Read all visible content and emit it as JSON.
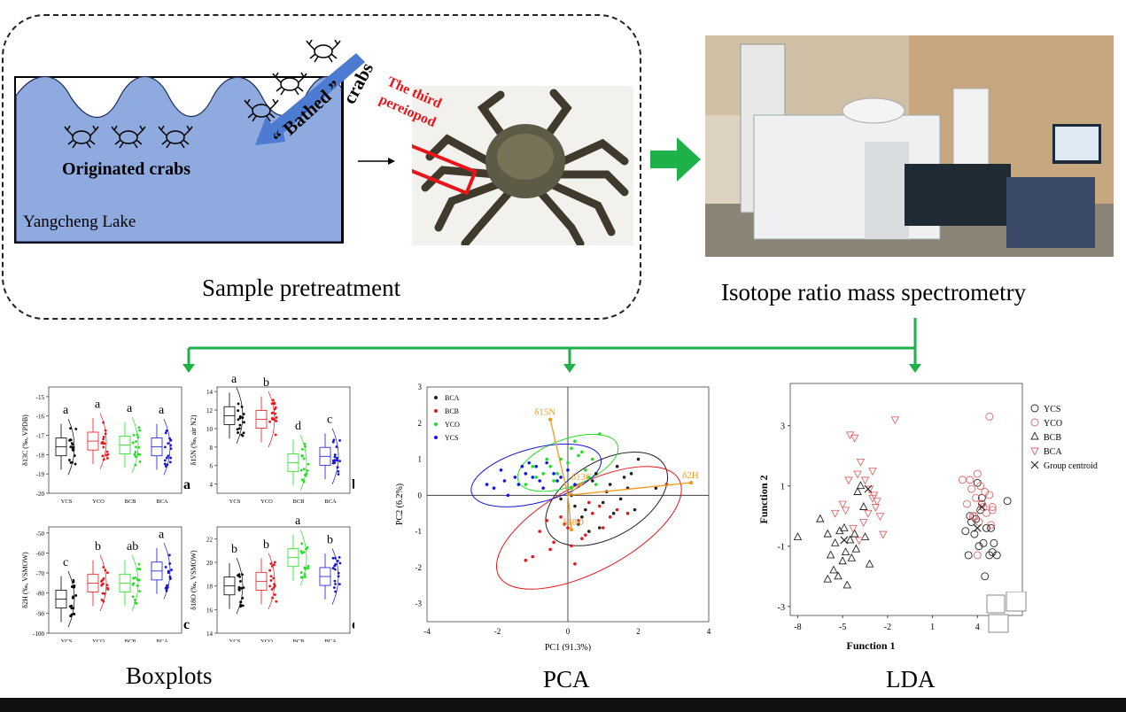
{
  "top": {
    "lake_label": "Yangcheng  Lake",
    "originated_label": "Originated crabs",
    "bathed_label": "“ Bathed ”",
    "crabs_label": "crabs",
    "third_label_line1": "The third",
    "third_label_line2": "pereiopod",
    "pretreatment_caption": "Sample pretreatment",
    "irms_caption": "Isotope ratio mass spectrometry"
  },
  "bottom": {
    "boxplots_caption": "Boxplots",
    "pca_caption": "PCA",
    "lda_caption": "LDA"
  },
  "colors": {
    "ycs": "#000000",
    "yco": "#e8141a",
    "bcb": "#1fe01f",
    "bca": "#1414e0",
    "arrow_green": "#1eb14a",
    "water": "#8eaade",
    "pca_arrow": "#f59a1f"
  },
  "chart_data": [
    {
      "type": "box",
      "panel": "a",
      "ylabel": "δ13C (‰, VPDB)",
      "categories": [
        "YCS",
        "YCO",
        "BCB",
        "BCA"
      ],
      "yticks": [
        "-15",
        "-16",
        "-17",
        "-18",
        "-19",
        "-20"
      ],
      "ylim": [
        -20,
        -14.5
      ],
      "letters": [
        "a",
        "a",
        "a",
        "a"
      ],
      "medians": [
        -17.6,
        -17.3,
        -17.5,
        -17.6
      ]
    },
    {
      "type": "box",
      "panel": "b",
      "ylabel": "δ15N (‰, air N2)",
      "categories": [
        "YCS",
        "YCO",
        "BCB",
        "BCA"
      ],
      "yticks": [
        "14",
        "12",
        "10",
        "8",
        "6",
        "4"
      ],
      "ylim": [
        3,
        14.5
      ],
      "letters": [
        "a",
        "b",
        "d",
        "c"
      ],
      "medians": [
        11.4,
        11.0,
        6.3,
        7.0
      ]
    },
    {
      "type": "box",
      "panel": "c",
      "ylabel": "δ2H (‰, VSMOW)",
      "categories": [
        "YCS",
        "YCO",
        "BCB",
        "BCA"
      ],
      "yticks": [
        "-50",
        "-60",
        "-70",
        "-80",
        "-90",
        "-100"
      ],
      "ylim": [
        -100,
        -47
      ],
      "letters": [
        "c",
        "b",
        "ab",
        "a"
      ],
      "medians": [
        -83,
        -75,
        -75,
        -69
      ]
    },
    {
      "type": "box",
      "panel": "d",
      "ylabel": "δ18O (‰, VSMOW)",
      "categories": [
        "YCS",
        "YCO",
        "BCB",
        "BCA"
      ],
      "yticks": [
        "22",
        "20",
        "18",
        "16",
        "14"
      ],
      "ylim": [
        14,
        23
      ],
      "letters": [
        "b",
        "b",
        "a",
        "b"
      ],
      "medians": [
        18.0,
        18.4,
        20.4,
        18.8
      ]
    },
    {
      "type": "scatter",
      "name": "PCA",
      "xlabel": "PC1 (91.3%)",
      "ylabel": "PC2 (6.2%)",
      "xlim": [
        -4,
        4
      ],
      "ylim": [
        -3.5,
        3
      ],
      "xticks": [
        "-4",
        "-2",
        "0",
        "2",
        "4"
      ],
      "yticks": [
        "3",
        "2",
        "1",
        "0",
        "-1",
        "-2",
        "-3"
      ],
      "legend": [
        "BCA",
        "BCB",
        "YCO",
        "YCS"
      ],
      "vectors": [
        {
          "label": "δ15N",
          "x": -0.5,
          "y": 2.1
        },
        {
          "label": "δ2H",
          "x": 3.5,
          "y": 0.35
        },
        {
          "label": "δ13C",
          "x": 0.35,
          "y": 0.3
        },
        {
          "label": "δ18O",
          "x": 0.1,
          "y": -0.95
        }
      ],
      "series": [
        {
          "name": "BCA",
          "x": [
            0.8,
            1.2,
            1.5,
            0.4,
            0.9,
            1.7,
            2.0,
            0.2,
            1.1,
            0.6,
            1.9,
            1.3,
            0.1,
            0.7,
            1.6,
            2.5,
            0.3,
            1.0,
            1.4,
            -0.2,
            0.5,
            1.8
          ],
          "y": [
            0.6,
            0.3,
            -0.1,
            -0.6,
            -0.9,
            0.2,
            1.0,
            -0.3,
            0.1,
            -1.0,
            -0.4,
            -0.5,
            0.0,
            0.4,
            0.5,
            0.2,
            -0.8,
            -0.2,
            0.8,
            -0.1,
            -0.4,
            0.6
          ]
        },
        {
          "name": "BCB",
          "x": [
            -1.2,
            -0.5,
            0.1,
            0.4,
            -0.8,
            1.0,
            0.3,
            -0.2,
            0.7,
            -1.0,
            0.5,
            -0.1,
            0.9,
            1.4,
            2.8,
            -0.4,
            0.2,
            0.6,
            1.2,
            -0.6,
            0.0,
            1.7
          ],
          "y": [
            -1.8,
            -1.5,
            -1.4,
            -1.2,
            -1.0,
            -0.9,
            -0.7,
            -0.6,
            -0.5,
            -1.7,
            -1.1,
            -0.8,
            -0.3,
            -0.4,
            0.3,
            -1.3,
            -1.9,
            -0.2,
            -0.6,
            -0.7,
            -0.9,
            -0.5
          ]
        },
        {
          "name": "YCO",
          "x": [
            -1.2,
            -0.9,
            -0.5,
            -0.2,
            0.1,
            0.4,
            0.7,
            0.9,
            -0.7,
            0.2,
            0.5,
            -0.4,
            0.0,
            0.8,
            -1.0,
            0.3,
            0.6,
            -0.3,
            0.1,
            -0.6
          ],
          "y": [
            0.3,
            0.5,
            0.8,
            1.0,
            1.3,
            1.2,
            1.0,
            1.7,
            0.6,
            1.5,
            0.7,
            0.4,
            0.9,
            0.3,
            0.8,
            1.1,
            0.5,
            0.6,
            0.2,
            1.0
          ]
        },
        {
          "name": "YCS",
          "x": [
            -2.1,
            -1.8,
            -1.5,
            -1.2,
            -0.9,
            -0.6,
            -0.3,
            0.0,
            -1.7,
            -1.4,
            -1.0,
            -0.7,
            -0.4,
            -2.3,
            -1.9,
            -1.1,
            -0.8,
            -0.2,
            0.2,
            -1.3
          ],
          "y": [
            0.2,
            0.4,
            0.5,
            0.6,
            0.8,
            0.9,
            0.4,
            0.7,
            0.0,
            0.3,
            0.5,
            0.2,
            0.6,
            0.3,
            0.7,
            0.9,
            0.4,
            0.5,
            0.3,
            0.8
          ]
        }
      ]
    },
    {
      "type": "scatter",
      "name": "LDA",
      "xlabel": "Function 1",
      "ylabel": "Function 2",
      "xticks": [
        "-8",
        "-5",
        "-2",
        "1",
        "4"
      ],
      "yticks": [
        "3",
        "1",
        "-1",
        "-3"
      ],
      "xlim": [
        -8.5,
        7
      ],
      "ylim": [
        -3.3,
        4.4
      ],
      "legend": [
        "YCS",
        "YCO",
        "BCB",
        "BCA",
        "Group centroid"
      ],
      "series": [
        {
          "name": "YCS",
          "x": [
            4.0,
            4.3,
            4.6,
            3.5,
            3.8,
            4.4,
            5.0,
            3.2,
            4.8,
            4.1,
            5.3,
            3.6,
            4.2,
            4.9,
            3.9,
            6.0,
            4.5,
            3.4,
            5.1,
            4.3
          ],
          "y": [
            1.1,
            0.4,
            -0.4,
            0.0,
            -0.6,
            -0.9,
            -1.2,
            -0.5,
            -1.3,
            -1.0,
            -1.3,
            -0.2,
            0.2,
            -0.4,
            -0.1,
            0.5,
            -2.0,
            -1.3,
            -0.9,
            0.6
          ],
          "marker": "circle"
        },
        {
          "name": "YCO",
          "x": [
            4.8,
            3.0,
            3.5,
            4.0,
            4.2,
            4.5,
            4.8,
            5.0,
            3.6,
            4.4,
            3.8,
            4.1,
            4.6,
            3.3,
            4.9,
            3.9,
            4.3,
            5.0,
            4.0,
            3.7
          ],
          "y": [
            3.3,
            1.2,
            1.2,
            1.4,
            1.0,
            0.8,
            0.7,
            0.3,
            0.9,
            0.3,
            0.0,
            -0.2,
            0.1,
            0.4,
            -0.3,
            0.6,
            0.4,
            0.2,
            -1.3,
            0.0
          ],
          "marker": "circle-open"
        },
        {
          "name": "BCB",
          "x": [
            -8.0,
            -6.5,
            -6.0,
            -5.6,
            -5.3,
            -5.0,
            -4.8,
            -4.5,
            -4.2,
            -4.0,
            -3.6,
            -3.2,
            -5.8,
            -5.5,
            -4.9,
            -3.8,
            -4.4,
            -5.2,
            -6.0,
            -3.5,
            -4.7,
            -4.1
          ],
          "y": [
            -0.7,
            -0.1,
            -0.6,
            -1.8,
            -2.0,
            -1.5,
            -1.2,
            -0.8,
            -0.6,
            0.8,
            0.3,
            -1.6,
            -1.3,
            -0.9,
            -0.4,
            1.0,
            -1.4,
            -0.5,
            -2.1,
            -0.7,
            -2.3,
            -1.1
          ],
          "marker": "triangle"
        },
        {
          "name": "BCA",
          "x": [
            -1.5,
            -4.5,
            -4.2,
            -4.0,
            -3.8,
            -3.5,
            -3.2,
            -3.0,
            -2.8,
            -2.5,
            -2.3,
            -5.0,
            -4.8,
            -4.6,
            -3.6,
            -3.3,
            -3.0,
            -2.7,
            -5.5,
            -4.3,
            -3.9,
            -2.9
          ],
          "y": [
            3.2,
            2.7,
            2.6,
            1.4,
            1.8,
            1.2,
            0.9,
            0.6,
            0.3,
            0.0,
            -0.6,
            0.4,
            0.2,
            1.2,
            -0.2,
            0.1,
            1.5,
            0.5,
            0.1,
            -0.4,
            -0.8,
            0.7
          ],
          "marker": "triangle-down-open"
        },
        {
          "name": "Group centroid",
          "x": [
            -4.9,
            -3.3,
            4.3,
            4.0
          ],
          "y": [
            -0.8,
            0.9,
            0.3,
            -0.4
          ],
          "marker": "x"
        }
      ]
    }
  ]
}
